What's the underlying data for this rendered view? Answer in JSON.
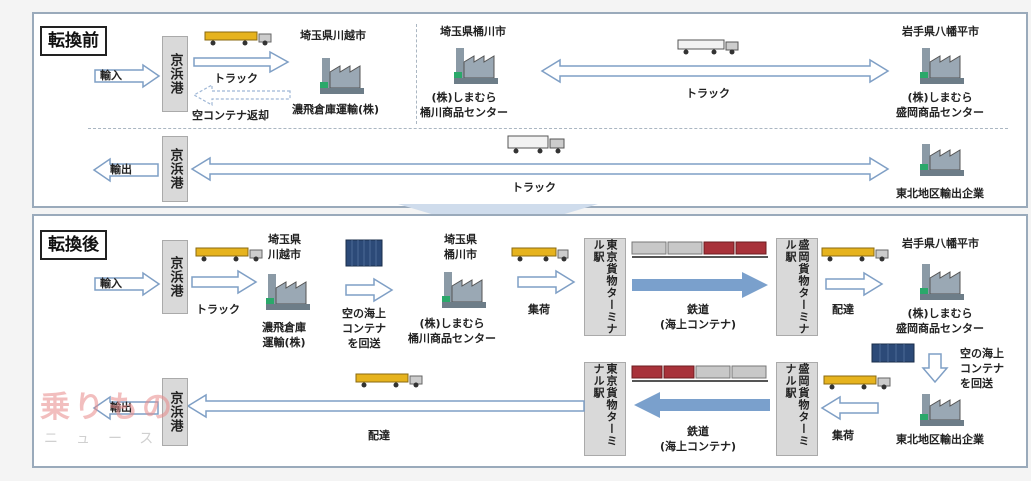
{
  "before": {
    "title": "転換前",
    "import_label": "輸入",
    "export_label": "輸出",
    "port": "京浜港",
    "loc_kawagoe": "埼玉県川越市",
    "kawagoe_company": "濃飛倉庫運輸(株)",
    "truck1": "トラック",
    "empty_return": "空コンテナ返却",
    "loc_okegawa": "埼玉県桶川市",
    "okegawa_center": "(株)しまむら\n桶川商品センター",
    "truck2": "トラック",
    "loc_hachimantai": "岩手県八幡平市",
    "morioka_center": "(株)しまむら\n盛岡商品センター",
    "truck3": "トラック",
    "tohoku_exporter": "東北地区輸出企業"
  },
  "after": {
    "title": "転換後",
    "import_label": "輸入",
    "export_label": "輸出",
    "port": "京浜港",
    "port2": "京浜港",
    "loc_kawagoe": "埼玉県\n川越市",
    "kawagoe_company": "濃飛倉庫\n運輸(株)",
    "truck": "トラック",
    "empty_sea": "空の海上\nコンテナ\nを回送",
    "loc_okegawa": "埼玉県\n桶川市",
    "okegawa_center": "(株)しまむら\n桶川商品センター",
    "collect1": "集荷",
    "tokyo_terminal": "東京貨物ターミナル駅",
    "rail1": "鉄道\n(海上コンテナ)",
    "morioka_terminal": "盛岡貨物ターミナル駅",
    "deliver1": "配達",
    "loc_hachimantai": "岩手県八幡平市",
    "morioka_center": "(株)しまむら\n盛岡商品センター",
    "empty_sea2": "空の海上\nコンテナ\nを回送",
    "tohoku_exporter": "東北地区輸出企業",
    "collect2": "集荷",
    "rail2": "鉄道\n(海上コンテナ)",
    "tokyo_terminal2": "東京貨物ターミナル駅",
    "morioka_terminal2": "盛岡貨物ターミナル駅",
    "deliver2": "配達"
  },
  "watermark": {
    "main": "乗りもの",
    "sub": "ニュース"
  },
  "icons": [
    "factory-icon",
    "truck-icon",
    "freight-train-icon",
    "container-icon"
  ],
  "colors": {
    "panel_border": "#9aaabb",
    "arrow_outline": "#7f9fc5",
    "rail_arrow": "#7aa0cc",
    "terminal_bg": "#d9d9d9",
    "container_blue": "#2c4a78",
    "train_red": "#a8323a",
    "truck_yellow": "#e6b31e"
  }
}
